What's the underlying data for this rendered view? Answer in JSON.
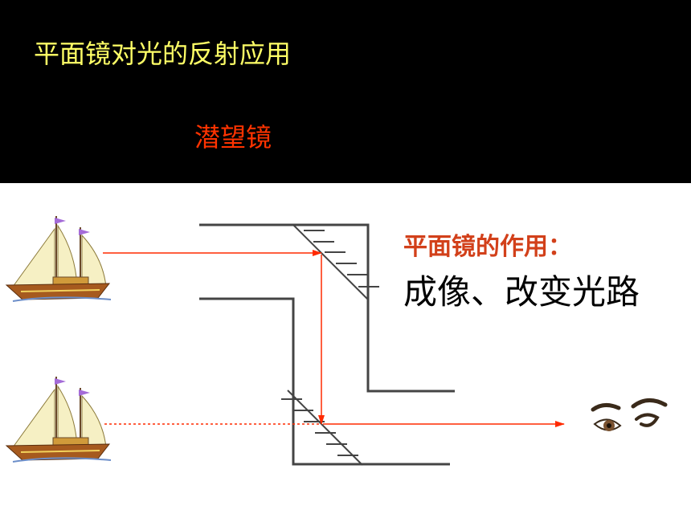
{
  "header": {
    "title": "平面镜对光的反射应用",
    "subtitle": "潜望镜"
  },
  "function_box": {
    "label": "平面镜的作用：",
    "value": "成像、改变光路"
  },
  "colors": {
    "header_bg": "#000000",
    "title": "#ffff66",
    "subtitle": "#ff3300",
    "label": "#d2401a",
    "ray": "#ff2a00",
    "periscope": "#444444"
  },
  "icons": [
    "sailboat-icon",
    "sailboat-icon",
    "eye-icon"
  ]
}
